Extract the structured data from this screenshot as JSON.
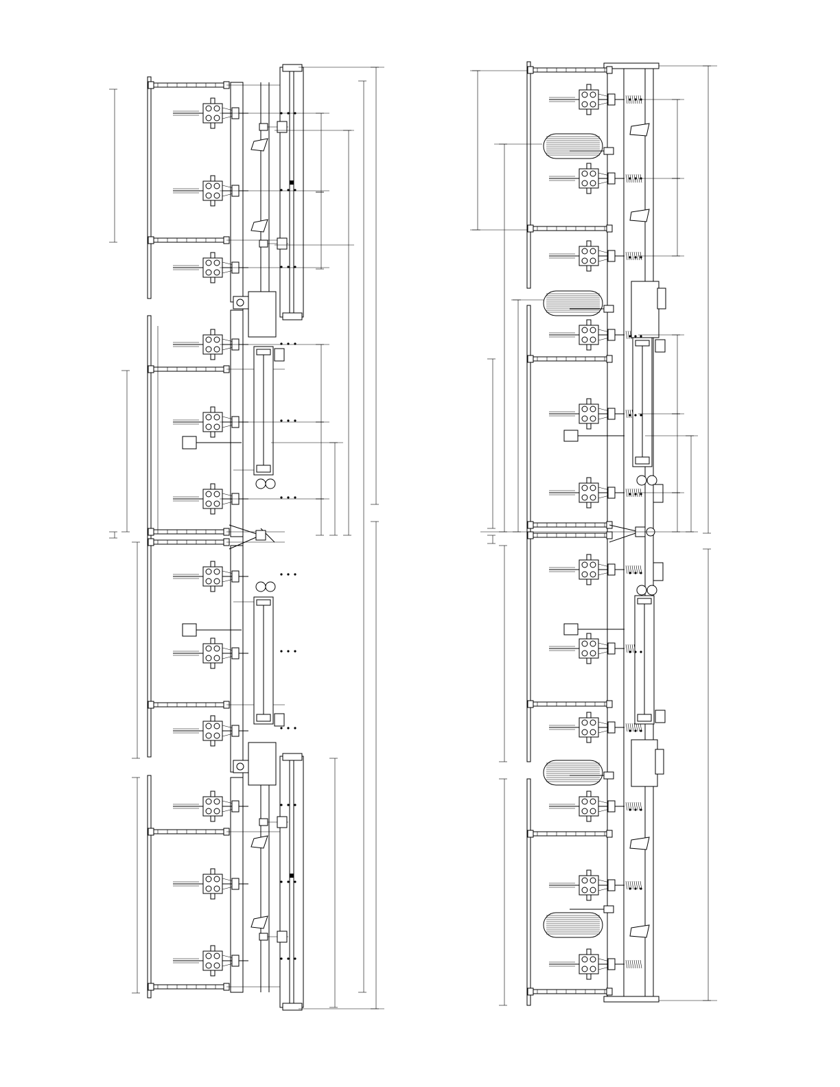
{
  "page": {
    "background": "#ffffff",
    "line_color": "#000000"
  },
  "views": [
    {
      "id": "left-view",
      "description_visible_text": "",
      "shank_rows": 12,
      "gauge_wheels": 0,
      "transport_wheel_frames": 2,
      "hinge_joints": 1
    },
    {
      "id": "right-view",
      "description_visible_text": "",
      "shank_rows": 12,
      "gauge_wheels": 5,
      "transport_wheel_frames": 0,
      "hinge_joints": 1
    }
  ]
}
